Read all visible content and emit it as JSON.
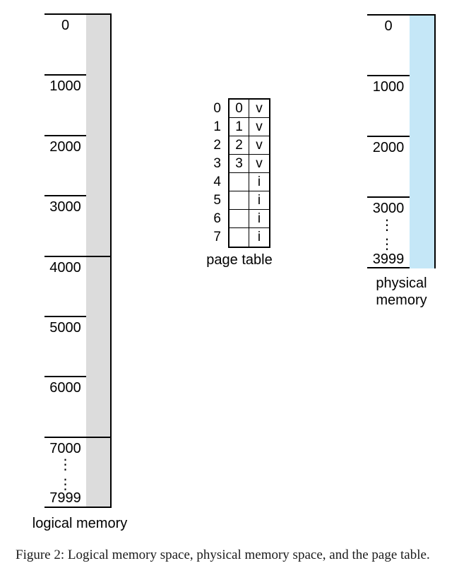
{
  "figure_caption": "Figure 2: Logical memory space, physical memory space, and the page table.",
  "colors": {
    "logical_strip": "#dcdcdc",
    "physical_strip": "#c5e7f7",
    "line": "#000000"
  },
  "logical_memory": {
    "title": "logical memory",
    "address_labels": [
      "0",
      "1000",
      "2000",
      "3000",
      "4000",
      "5000",
      "6000",
      "7000"
    ],
    "end_label": "7999",
    "dots": "⋮"
  },
  "physical_memory": {
    "title": "physical memory",
    "address_labels": [
      "0",
      "1000",
      "2000",
      "3000"
    ],
    "end_label": "3999",
    "dots": "⋮"
  },
  "page_table": {
    "title": "page table",
    "rows": [
      {
        "index": "0",
        "frame": "0",
        "valid": "v"
      },
      {
        "index": "1",
        "frame": "1",
        "valid": "v"
      },
      {
        "index": "2",
        "frame": "2",
        "valid": "v"
      },
      {
        "index": "3",
        "frame": "3",
        "valid": "v"
      },
      {
        "index": "4",
        "frame": "",
        "valid": "i"
      },
      {
        "index": "5",
        "frame": "",
        "valid": "i"
      },
      {
        "index": "6",
        "frame": "",
        "valid": "i"
      },
      {
        "index": "7",
        "frame": "",
        "valid": "i"
      }
    ]
  }
}
